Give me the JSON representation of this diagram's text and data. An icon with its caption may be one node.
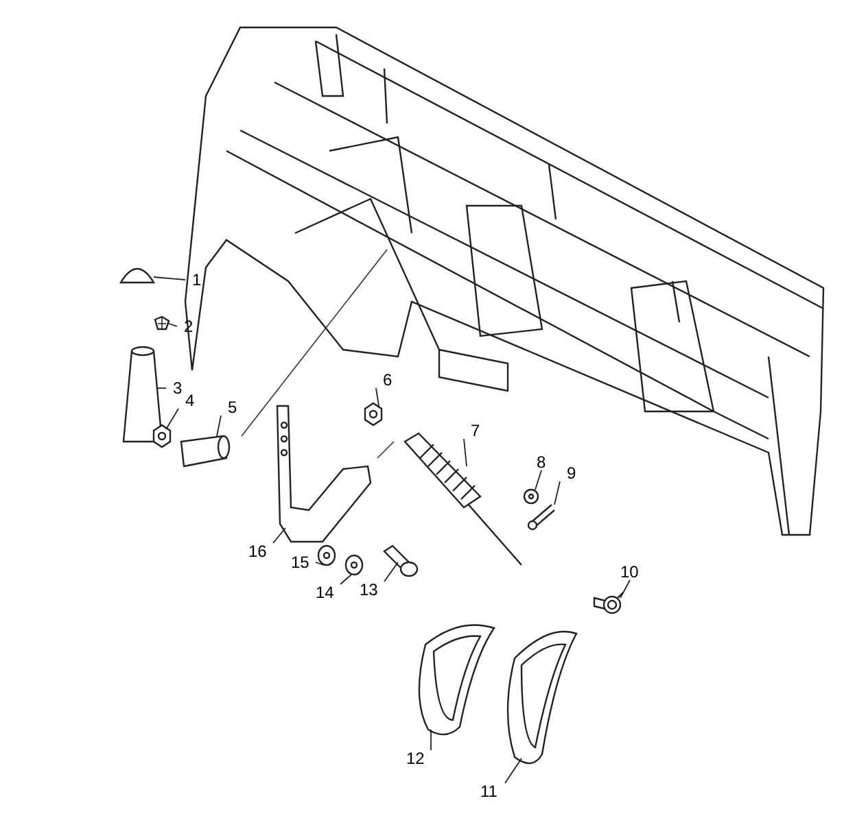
{
  "diagram": {
    "nodes": [
      {
        "text": [
          "1"
        ]
      },
      {
        "text": [
          "2"
        ]
      },
      {
        "text": [
          "3"
        ]
      },
      {
        "text": [
          "4"
        ]
      },
      {
        "text": [
          "5"
        ]
      },
      {
        "text": [
          "6"
        ]
      },
      {
        "text": [
          "7"
        ]
      },
      {
        "text": [
          "8"
        ]
      },
      {
        "text": [
          "9"
        ]
      },
      {
        "text": [
          "10"
        ]
      },
      {
        "text": [
          "11"
        ]
      },
      {
        "text": [
          "12"
        ]
      },
      {
        "text": [
          "13"
        ]
      },
      {
        "text": [
          "14"
        ]
      },
      {
        "text": [
          "15"
        ]
      },
      {
        "text": [
          "16"
        ]
      },
      {
        "text": [],
        "shape": "picture"
      },
      {
        "text": [],
        "shape": "picture"
      },
      {
        "text": [],
        "shape": "picture"
      },
      {
        "text": [],
        "shape": "picture"
      },
      {
        "text": [],
        "shape": "picture"
      },
      {
        "text": [],
        "shape": "picture"
      },
      {
        "text": [],
        "shape": "picture"
      },
      {
        "text": [],
        "shape": "picture"
      },
      {
        "text": [],
        "shape": "picture"
      },
      {
        "text": [],
        "shape": "picture"
      },
      {
        "text": [],
        "shape": "picture"
      },
      {
        "text": [],
        "shape": "picture"
      },
      {
        "text": [],
        "shape": "picture"
      },
      {
        "text": [],
        "shape": "picture"
      },
      {
        "text": [],
        "shape": "picture"
      },
      {
        "text": [],
        "shape": "picture"
      }
    ],
    "edges": [
      {
        "from": 0,
        "to": 16,
        "arrow": "none"
      },
      {
        "from": 1,
        "to": 17,
        "arrow": "none"
      },
      {
        "from": 2,
        "to": 18,
        "arrow": "none"
      },
      {
        "from": 3,
        "to": 19,
        "arrow": "none"
      },
      {
        "from": 4,
        "to": 20,
        "arrow": "none"
      },
      {
        "from": 5,
        "to": 21,
        "arrow": "none"
      },
      {
        "from": 6,
        "to": 22,
        "arrow": "none"
      },
      {
        "from": 7,
        "to": 23,
        "arrow": "none"
      },
      {
        "from": 8,
        "to": 24,
        "arrow": "none"
      },
      {
        "from": 9,
        "to": 25,
        "arrow": "none"
      },
      {
        "from": 10,
        "to": 26,
        "arrow": "none"
      },
      {
        "from": 11,
        "to": 27,
        "arrow": "none"
      },
      {
        "from": 12,
        "to": 28,
        "arrow": "none"
      },
      {
        "from": 13,
        "to": 29,
        "arrow": "none"
      },
      {
        "from": 14,
        "to": 30,
        "arrow": "none"
      },
      {
        "from": 15,
        "to": 31,
        "arrow": "none"
      }
    ]
  }
}
